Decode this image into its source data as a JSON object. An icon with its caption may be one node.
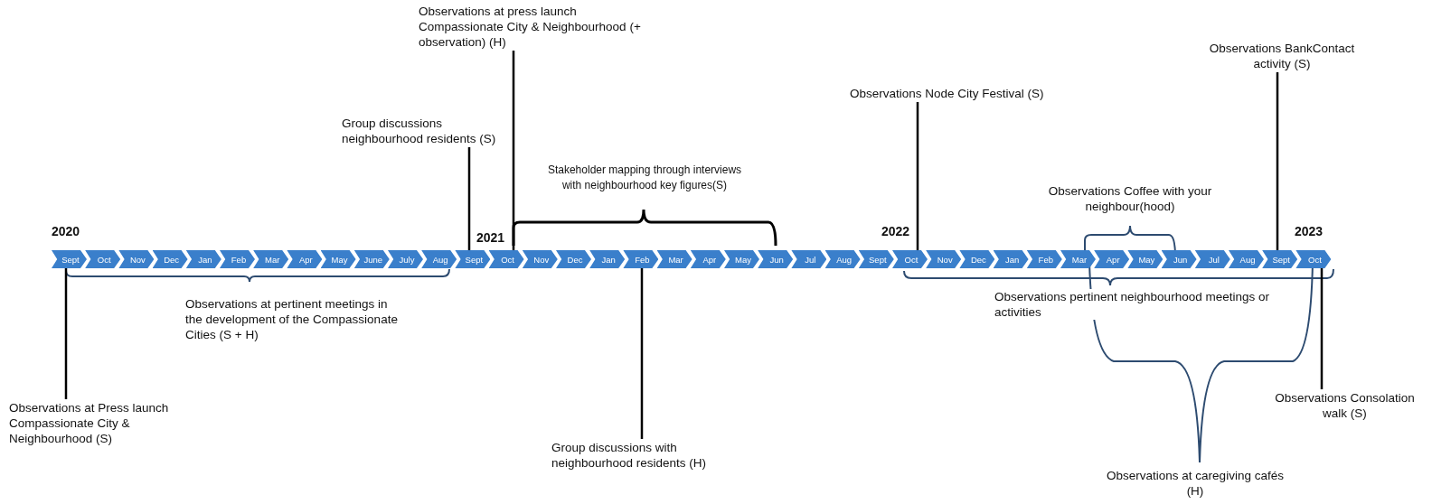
{
  "diagram": {
    "nodes": [
      {
        "text": [
          "Sept"
        ]
      },
      {
        "text": [
          "Oct"
        ]
      },
      {
        "text": [
          "Nov"
        ]
      },
      {
        "text": [
          "Dec"
        ]
      },
      {
        "text": [
          "Jan"
        ]
      },
      {
        "text": [
          "Feb"
        ]
      },
      {
        "text": [
          "Mar"
        ]
      },
      {
        "text": [
          "Apr"
        ]
      },
      {
        "text": [
          "May"
        ]
      },
      {
        "text": [
          "June"
        ]
      },
      {
        "text": [
          "July"
        ]
      },
      {
        "text": [
          "Aug"
        ]
      },
      {
        "text": [
          "Sept"
        ]
      },
      {
        "text": [
          "Oct"
        ]
      },
      {
        "text": [
          "Nov"
        ]
      },
      {
        "text": [
          "Dec"
        ]
      },
      {
        "text": [
          "Jan"
        ]
      },
      {
        "text": [
          "Feb"
        ]
      },
      {
        "text": [
          "Mar"
        ]
      },
      {
        "text": [
          "Apr"
        ]
      },
      {
        "text": [
          "May"
        ]
      },
      {
        "text": [
          "Jun"
        ]
      },
      {
        "text": [
          "Jul"
        ]
      },
      {
        "text": [
          "Aug"
        ]
      },
      {
        "text": [
          "Sept"
        ]
      },
      {
        "text": [
          "Oct"
        ]
      },
      {
        "text": [
          "Nov"
        ]
      },
      {
        "text": [
          "Dec"
        ]
      },
      {
        "text": [
          "Jan"
        ]
      },
      {
        "text": [
          "Feb"
        ]
      },
      {
        "text": [
          "Mar"
        ]
      },
      {
        "text": [
          "Apr"
        ]
      },
      {
        "text": [
          "May"
        ]
      },
      {
        "text": [
          "Jun"
        ]
      },
      {
        "text": [
          "Jul"
        ]
      },
      {
        "text": [
          "Aug"
        ]
      },
      {
        "text": [
          "Sept"
        ]
      },
      {
        "text": [
          "Oct"
        ]
      },
      {
        "text": [
          "Observations at Press launch Compassionate City & Neighbourhood (S)"
        ]
      },
      {
        "text": [
          "Group discussions neighbourhood residents  (S)"
        ]
      },
      {
        "text": [
          "Observations at press launch Compassionate City & Neighbourhood (+ observation) (H)"
        ]
      },
      {
        "text": [
          "Group discussions with neighbourhood residents  (H)"
        ]
      },
      {
        "text": [
          "Observations Node City Festival (S)"
        ]
      },
      {
        "text": [
          "Observations BankContact activity (S)"
        ]
      },
      {
        "text": [
          "Observations Consolation walk (S)"
        ]
      }
    ],
    "edges": [
      {
        "from": 38,
        "to": 0,
        "arrow": "none"
      },
      {
        "from": 39,
        "to": 12,
        "arrow": "none"
      },
      {
        "from": 40,
        "to": 13,
        "arrow": "none"
      },
      {
        "from": 41,
        "to": 17,
        "arrow": "none"
      },
      {
        "from": 42,
        "to": 25,
        "arrow": "none"
      },
      {
        "from": 43,
        "to": 36,
        "arrow": "none"
      },
      {
        "from": 44,
        "to": 37,
        "arrow": "none"
      }
    ],
    "labels": [
      "2020",
      "Observations at pertinent meetings in the development of the Compassionate Cities (S + H)",
      "2021",
      "Stakeholder mapping through interviews with neighbourhood key figures(S)",
      "2022",
      "Observations Coffee with your neighbour(hood)",
      "2023",
      "Observations pertinent neighbourhood meetings or activities",
      "Observations at caregiving cafés (H)"
    ]
  }
}
